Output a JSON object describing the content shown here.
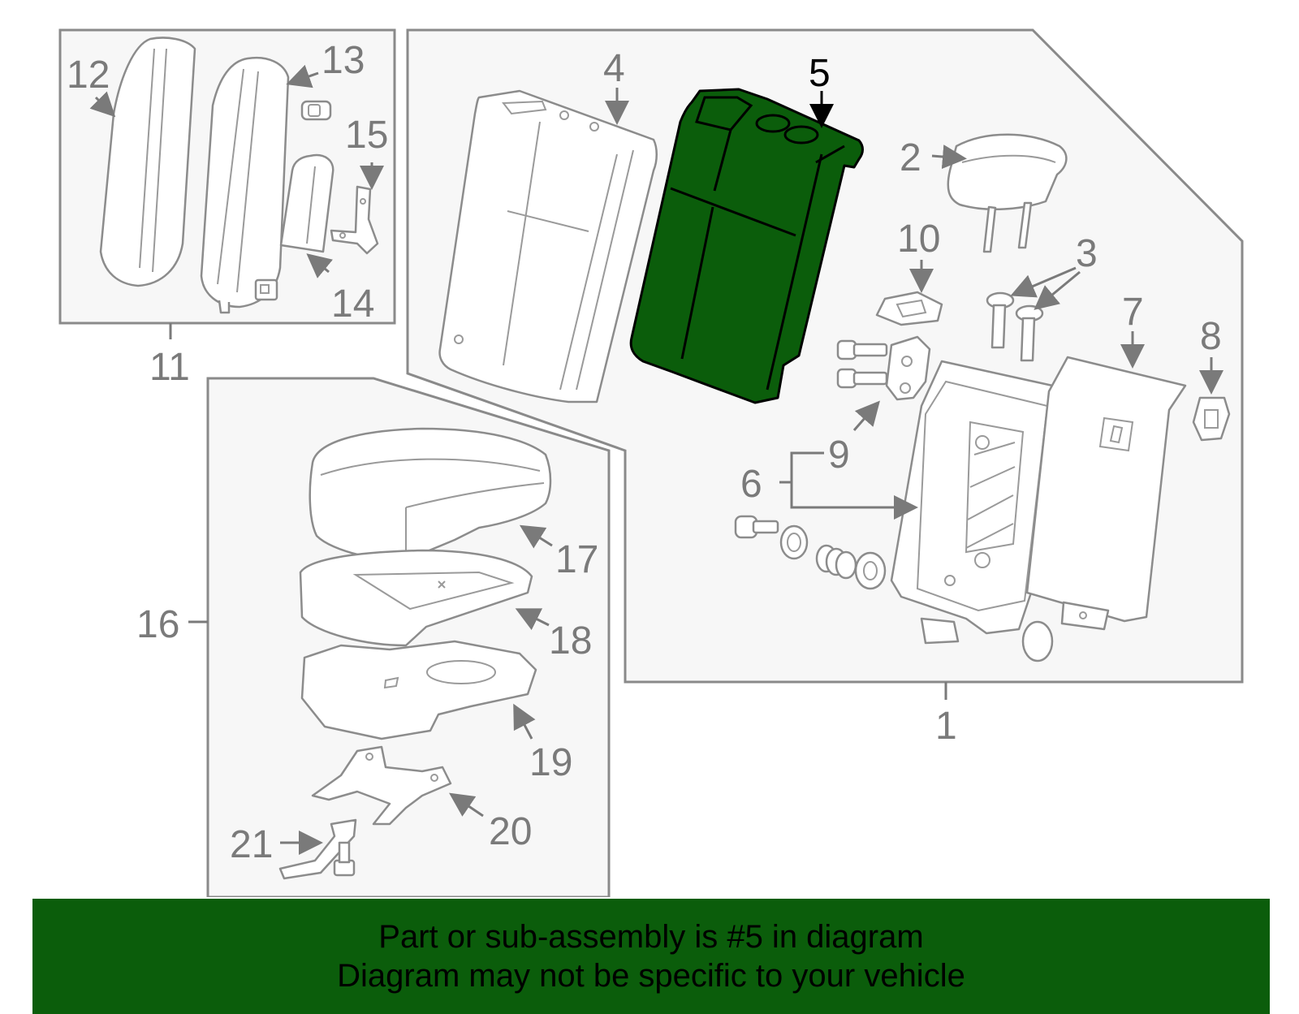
{
  "diagram": {
    "highlight_color": "#0b5d0b",
    "highlighted_part": "5",
    "callouts": {
      "c1": "1",
      "c2": "2",
      "c3": "3",
      "c4": "4",
      "c5": "5",
      "c6": "6",
      "c7": "7",
      "c8": "8",
      "c9": "9",
      "c10": "10",
      "c11": "11",
      "c12": "12",
      "c13": "13",
      "c14": "14",
      "c15": "15",
      "c16": "16",
      "c17": "17",
      "c18": "18",
      "c19": "19",
      "c20": "20",
      "c21": "21"
    }
  },
  "banner": {
    "line1": "Part or sub-assembly is #5 in diagram",
    "line2": "Diagram may not be specific to your vehicle",
    "background": "#0b5d0b"
  }
}
